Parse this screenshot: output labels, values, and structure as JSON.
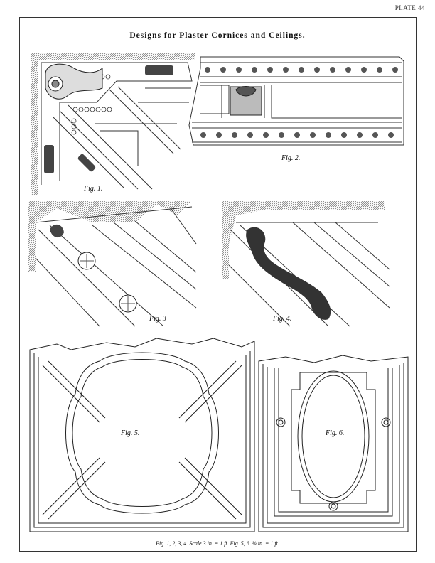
{
  "plate_number": "PLATE 44",
  "title": "Designs for Plaster Cornices and Ceilings.",
  "figures": [
    {
      "label": "Fig. 1."
    },
    {
      "label": "Fig. 2."
    },
    {
      "label": "Fig. 3"
    },
    {
      "label": "Fig. 4."
    },
    {
      "label": "Fig. 5."
    },
    {
      "label": "Fig. 6."
    }
  ],
  "scale_note": "Fig. 1, 2, 3, 4. Scale 3 in. = 1 ft.   Fig. 5, 6. ⅛ in. = 1 ft."
}
